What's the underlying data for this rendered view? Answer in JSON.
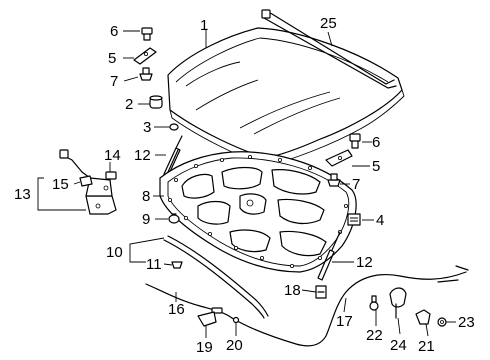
{
  "callouts": {
    "c1": "1",
    "c2": "2",
    "c3": "3",
    "c4": "4",
    "c5a": "5",
    "c5b": "5",
    "c6a": "6",
    "c6b": "6",
    "c7a": "7",
    "c7b": "7",
    "c8": "8",
    "c9": "9",
    "c10": "10",
    "c11": "11",
    "c12a": "12",
    "c12b": "12",
    "c13": "13",
    "c14": "14",
    "c15": "15",
    "c16": "16",
    "c17": "17",
    "c18": "18",
    "c19": "19",
    "c20": "20",
    "c21": "21",
    "c22": "22",
    "c23": "23",
    "c24": "24",
    "c25": "25"
  }
}
